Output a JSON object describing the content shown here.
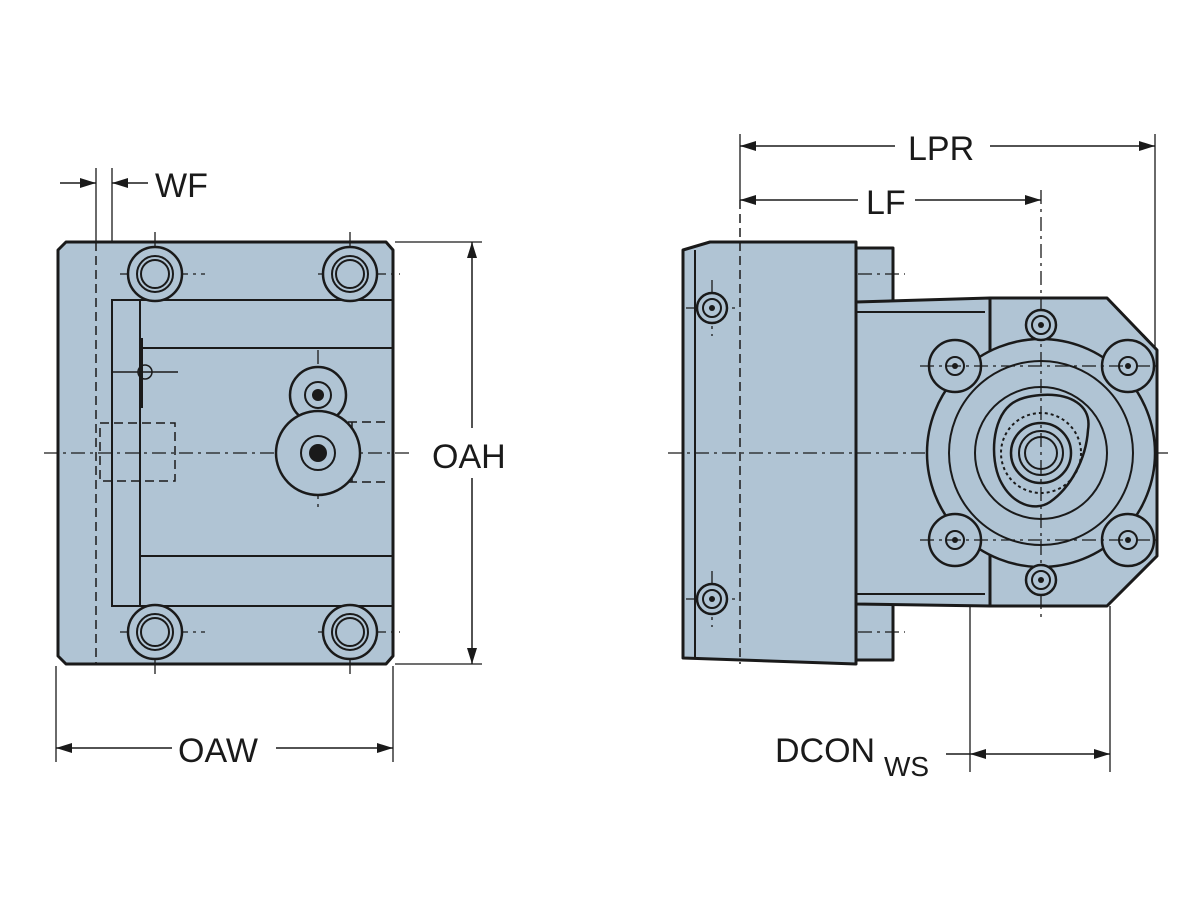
{
  "colors": {
    "body_fill": "#b0c4d4",
    "line": "#1a1a1a",
    "background": "#ffffff"
  },
  "labels": {
    "wf": "WF",
    "oah": "OAH",
    "oaw": "OAW",
    "lpr": "LPR",
    "lf": "LF",
    "dcon": "DCON",
    "dcon_sub": "WS"
  }
}
